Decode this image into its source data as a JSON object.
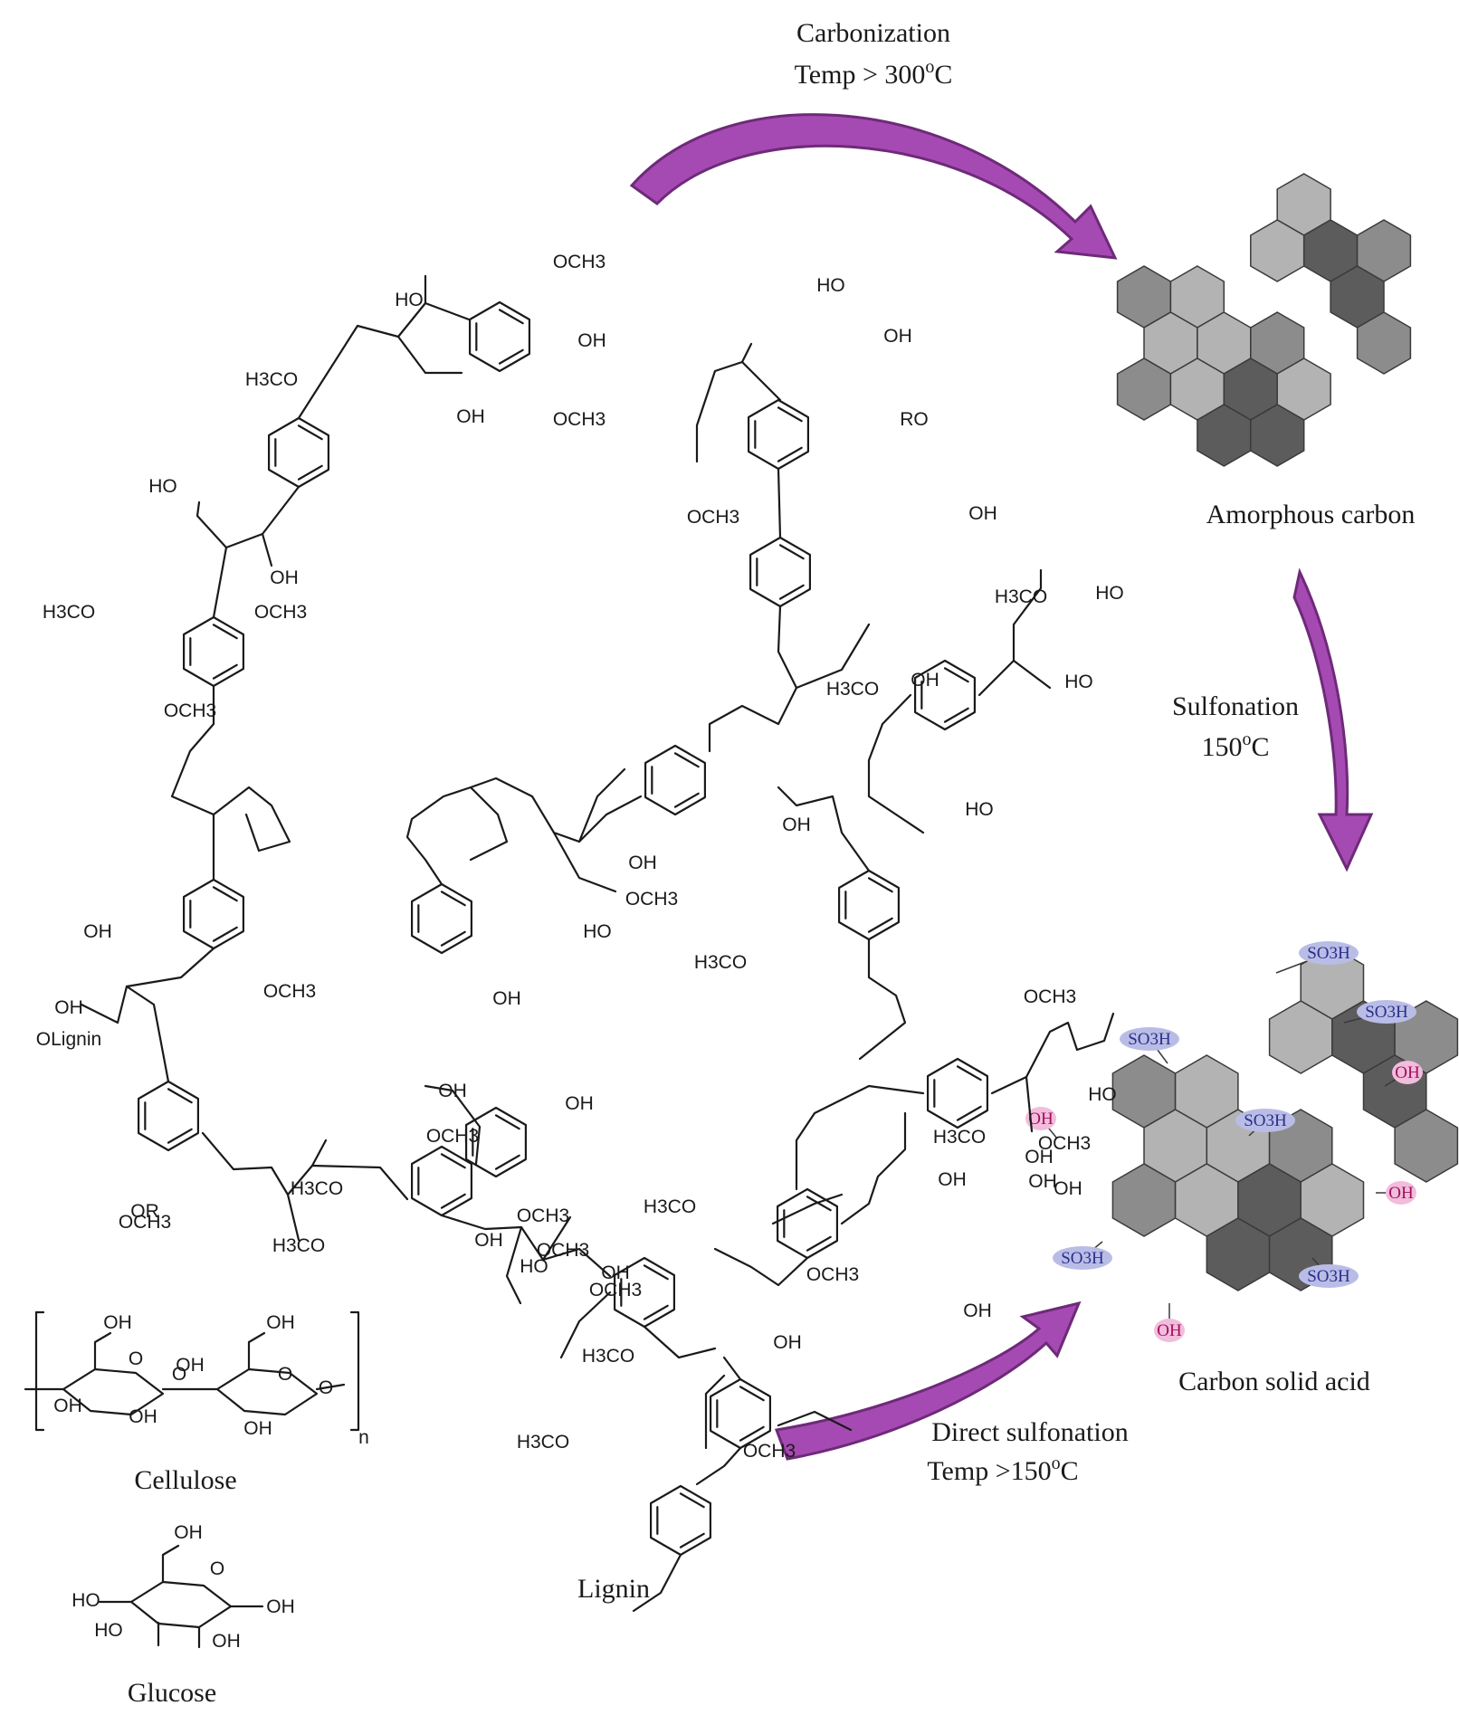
{
  "colors": {
    "arrow": "#a64ab3",
    "arrow_stroke": "#6e2a79",
    "hex_light": "#b3b3b3",
    "hex_mid": "#8c8c8c",
    "hex_dark": "#5c5c5c",
    "so3h_fill": "#b9bde6",
    "oh_fill": "#f2bcdc",
    "so3h_text": "#2a2f8a",
    "oh_text": "#a0105c"
  },
  "labels": {
    "carbonization": "Carbonization",
    "carbonization_temp_prefix": "Temp > 300",
    "carbonization_temp_sup": "o",
    "carbonization_temp_suffix": "C",
    "amorphous_carbon": "Amorphous carbon",
    "sulfonation": "Sulfonation",
    "sulfonation_temp_prefix": "150",
    "sulfonation_temp_sup": "o",
    "sulfonation_temp_suffix": "C",
    "carbon_solid_acid": "Carbon solid acid",
    "direct_sulfonation": "Direct sulfonation",
    "direct_sulfonation_temp_prefix": "Temp >150",
    "direct_sulfonation_temp_sup": "o",
    "direct_sulfonation_temp_suffix": "C",
    "cellulose": "Cellulose",
    "glucose": "Glucose",
    "lignin": "Lignin"
  },
  "functional_groups": {
    "so3h": "SO3H",
    "oh": "OH"
  },
  "lignin_groups": [
    "OCH3",
    "HO",
    "OH",
    "H3CO",
    "OCH3",
    "OH",
    "HO",
    "OH",
    "H3CO",
    "OCH3",
    "OCH3",
    "OH",
    "OCH3",
    "OLignin",
    "OH",
    "OR",
    "H3CO",
    "OCH3",
    "OH",
    "OH",
    "H3CO",
    "OCH3",
    "HO",
    "OH",
    "RO",
    "OCH3",
    "OH",
    "H3CO",
    "HO",
    "HO",
    "H3CO",
    "OH",
    "HO",
    "OH",
    "H3CO",
    "OCH3",
    "OH",
    "HO",
    "OH",
    "OCH3",
    "OH",
    "HO",
    "OH",
    "H3CO",
    "OCH3",
    "OH",
    "H3CO",
    "OCH3",
    "n"
  ],
  "cellulose_groups": [
    "OH",
    "O",
    "OH",
    "OH",
    "O",
    "OH",
    "OH",
    "O",
    "O",
    "OH",
    "n"
  ],
  "glucose_groups": [
    "OH",
    "O",
    "HO",
    "HO",
    "OH",
    "OH"
  ]
}
